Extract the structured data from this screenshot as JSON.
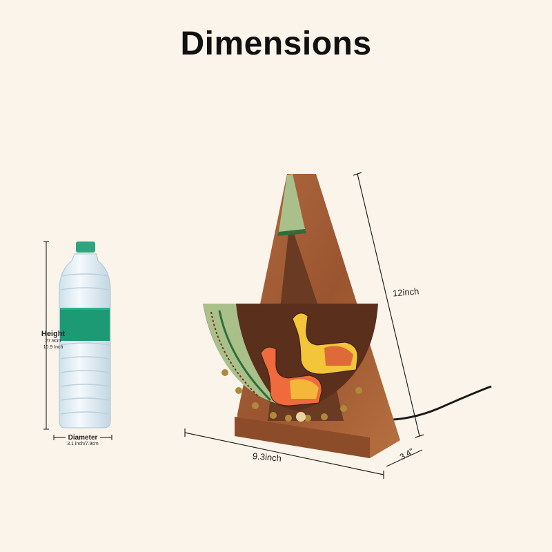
{
  "title": "Dimensions",
  "bottle": {
    "height_title": "Height",
    "height_cm": "27.9cm",
    "height_inch": "10.9 Inch",
    "diameter_title": "Diameter",
    "diameter_value": "3.1 inch/7.9cm"
  },
  "lamp": {
    "height": "12inch",
    "width": "9.3inch",
    "depth": "3.4\""
  },
  "colors": {
    "background": "#fbf4ea",
    "wood_light": "#a9623a",
    "wood_dark": "#5a2f1c",
    "bottle_label": "#1c9a73",
    "cap": "#2fa57f",
    "sage": "#a9c08a",
    "camel_yellow": "#f3c53a",
    "camel_orange": "#ef6a3d"
  }
}
